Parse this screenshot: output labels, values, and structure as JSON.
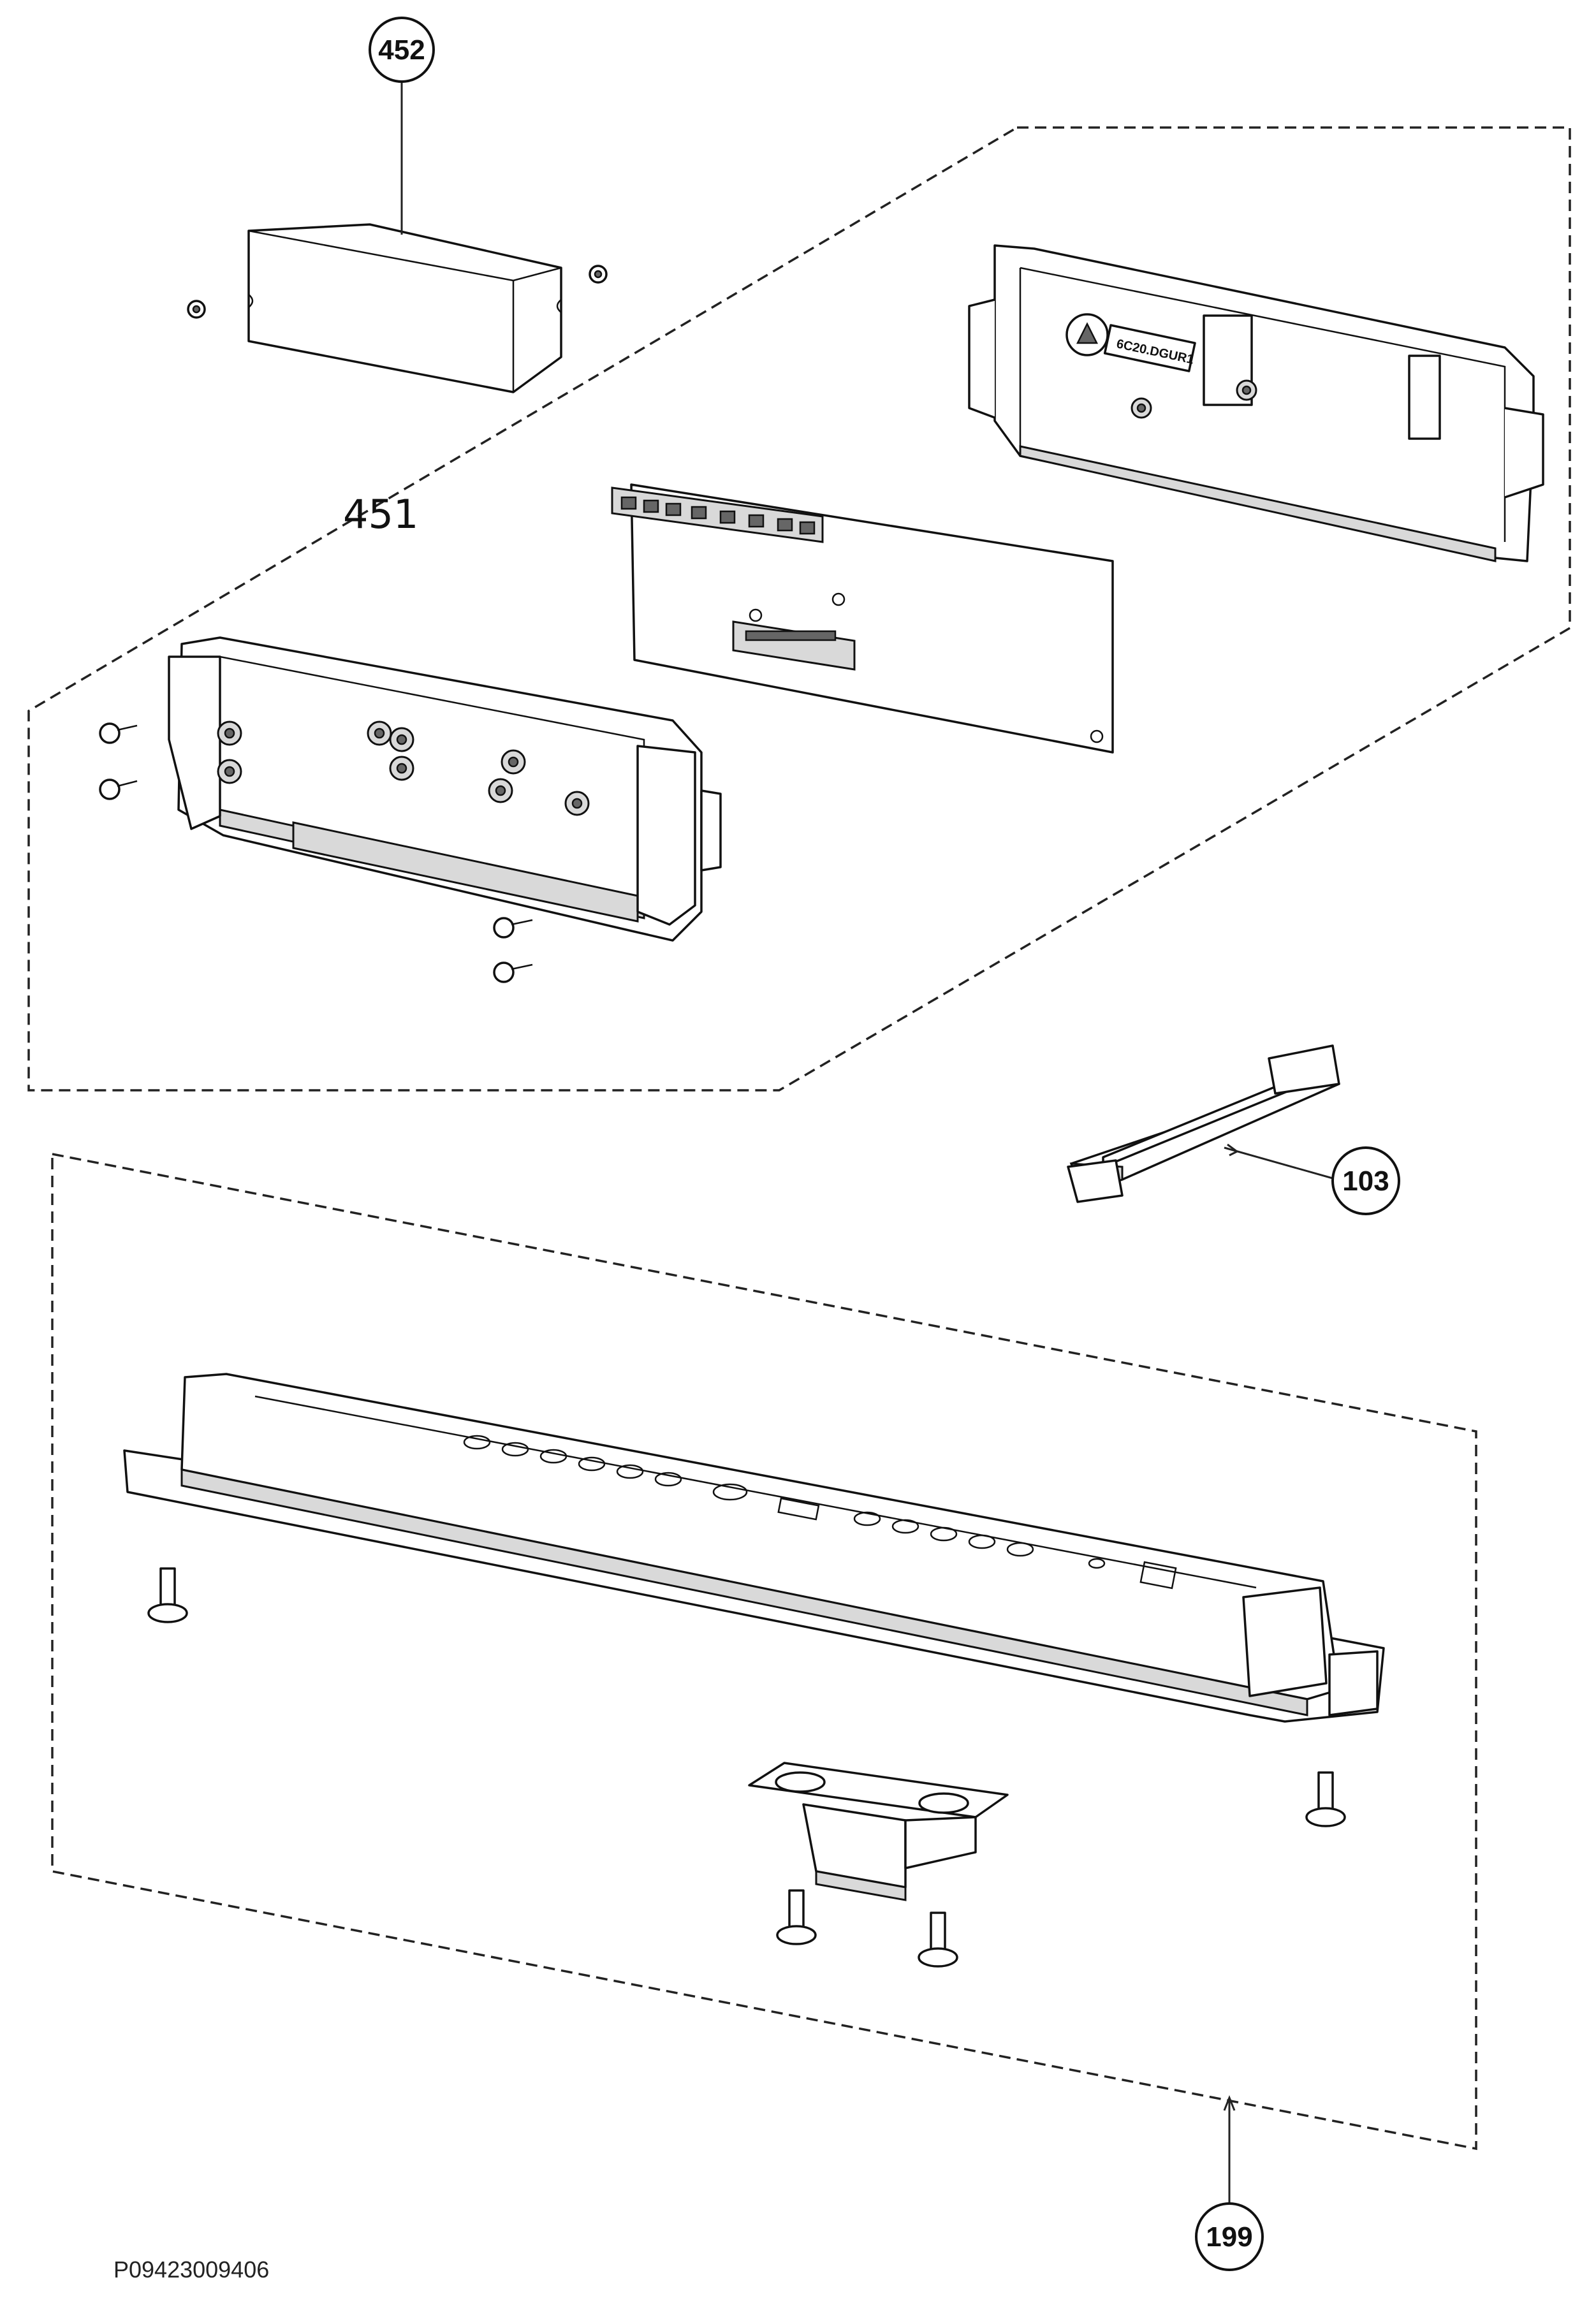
{
  "callouts": {
    "p452": "452",
    "p451": "451",
    "p103": "103",
    "p199": "199"
  },
  "drawing_code": "P09423009406",
  "board_marking": "6C20.DGUR1"
}
